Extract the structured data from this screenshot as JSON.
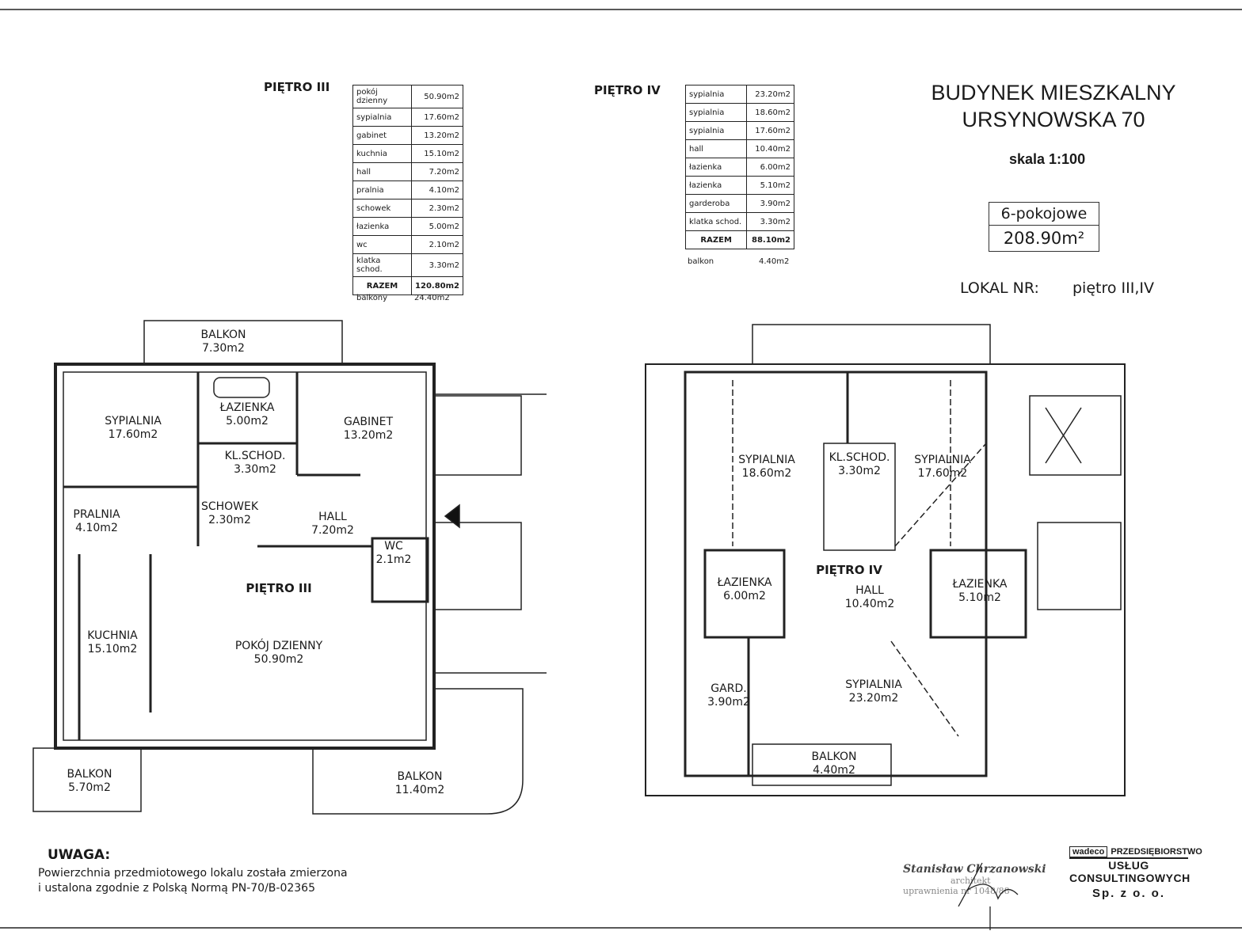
{
  "title": {
    "line1": "BUDYNEK MIESZKALNY",
    "line2": "URSYNOWSKA 70",
    "scale": "skala 1:100"
  },
  "unit": {
    "type": "6-pokojowe",
    "area": "208.90m²",
    "lokal_label": "LOKAL NR:",
    "lokal_value": "piętro III,IV"
  },
  "floor3": {
    "heading": "PIĘTRO III",
    "rows": [
      {
        "name": "pokój dzienny",
        "area": "50.90m2"
      },
      {
        "name": "sypialnia",
        "area": "17.60m2"
      },
      {
        "name": "gabinet",
        "area": "13.20m2"
      },
      {
        "name": "kuchnia",
        "area": "15.10m2"
      },
      {
        "name": "hall",
        "area": "7.20m2"
      },
      {
        "name": "pralnia",
        "area": "4.10m2"
      },
      {
        "name": "schowek",
        "area": "2.30m2"
      },
      {
        "name": "łazienka",
        "area": "5.00m2"
      },
      {
        "name": "wc",
        "area": "2.10m2"
      },
      {
        "name": "klatka schod.",
        "area": "3.30m2"
      }
    ],
    "total": {
      "name": "RAZEM",
      "area": "120.80m2"
    },
    "extra": {
      "name": "balkony",
      "area": "24.40m2"
    },
    "plan_label": "PIĘTRO III",
    "rooms": [
      {
        "name": "BALKON",
        "area": "7.30m2"
      },
      {
        "name": "SYPIALNIA",
        "area": "17.60m2"
      },
      {
        "name": "ŁAZIENKA",
        "area": "5.00m2"
      },
      {
        "name": "GABINET",
        "area": "13.20m2"
      },
      {
        "name": "KL.SCHOD.",
        "area": "3.30m2"
      },
      {
        "name": "PRALNIA",
        "area": "4.10m2"
      },
      {
        "name": "SCHOWEK",
        "area": "2.30m2"
      },
      {
        "name": "HALL",
        "area": "7.20m2"
      },
      {
        "name": "WC",
        "area": "2.1m2"
      },
      {
        "name": "KUCHNIA",
        "area": "15.10m2"
      },
      {
        "name": "POKÓJ DZIENNY",
        "area": "50.90m2"
      },
      {
        "name": "BALKON",
        "area": "5.70m2"
      },
      {
        "name": "BALKON",
        "area": "11.40m2"
      }
    ]
  },
  "floor4": {
    "heading": "PIĘTRO IV",
    "rows": [
      {
        "name": "sypialnia",
        "area": "23.20m2"
      },
      {
        "name": "sypialnia",
        "area": "18.60m2"
      },
      {
        "name": "sypialnia",
        "area": "17.60m2"
      },
      {
        "name": "hall",
        "area": "10.40m2"
      },
      {
        "name": "łazienka",
        "area": "6.00m2"
      },
      {
        "name": "łazienka",
        "area": "5.10m2"
      },
      {
        "name": "garderoba",
        "area": "3.90m2"
      },
      {
        "name": "klatka schod.",
        "area": "3.30m2"
      }
    ],
    "total": {
      "name": "RAZEM",
      "area": "88.10m2"
    },
    "extra": {
      "name": "balkon",
      "area": "4.40m2"
    },
    "plan_label": "PIĘTRO IV",
    "rooms": [
      {
        "name": "SYPIALNIA",
        "area": "18.60m2"
      },
      {
        "name": "KL.SCHOD.",
        "area": "3.30m2"
      },
      {
        "name": "SYPIALNIA",
        "area": "17.60m2"
      },
      {
        "name": "ŁAZIENKA",
        "area": "6.00m2"
      },
      {
        "name": "HALL",
        "area": "10.40m2"
      },
      {
        "name": "ŁAZIENKA",
        "area": "5.10m2"
      },
      {
        "name": "GARD.",
        "area": "3.90m2"
      },
      {
        "name": "SYPIALNIA",
        "area": "23.20m2"
      },
      {
        "name": "BALKON",
        "area": "4.40m2"
      }
    ]
  },
  "note": {
    "heading": "UWAGA:",
    "line1": "Powierzchnia przedmiotowego lokalu została zmierzona",
    "line2": "i ustalona zgodnie z Polską Normą PN-70/B-02365"
  },
  "signature": {
    "name": "Stanisław Chrzanowski",
    "line2": "architekt",
    "line3": "uprawnienia nr 1048/88"
  },
  "company": {
    "logo": "wadeco",
    "line1": "PRZEDSIĘBIORSTWO",
    "line2": "USŁUG CONSULTINGOWYCH",
    "line3": "Sp. z o. o."
  }
}
